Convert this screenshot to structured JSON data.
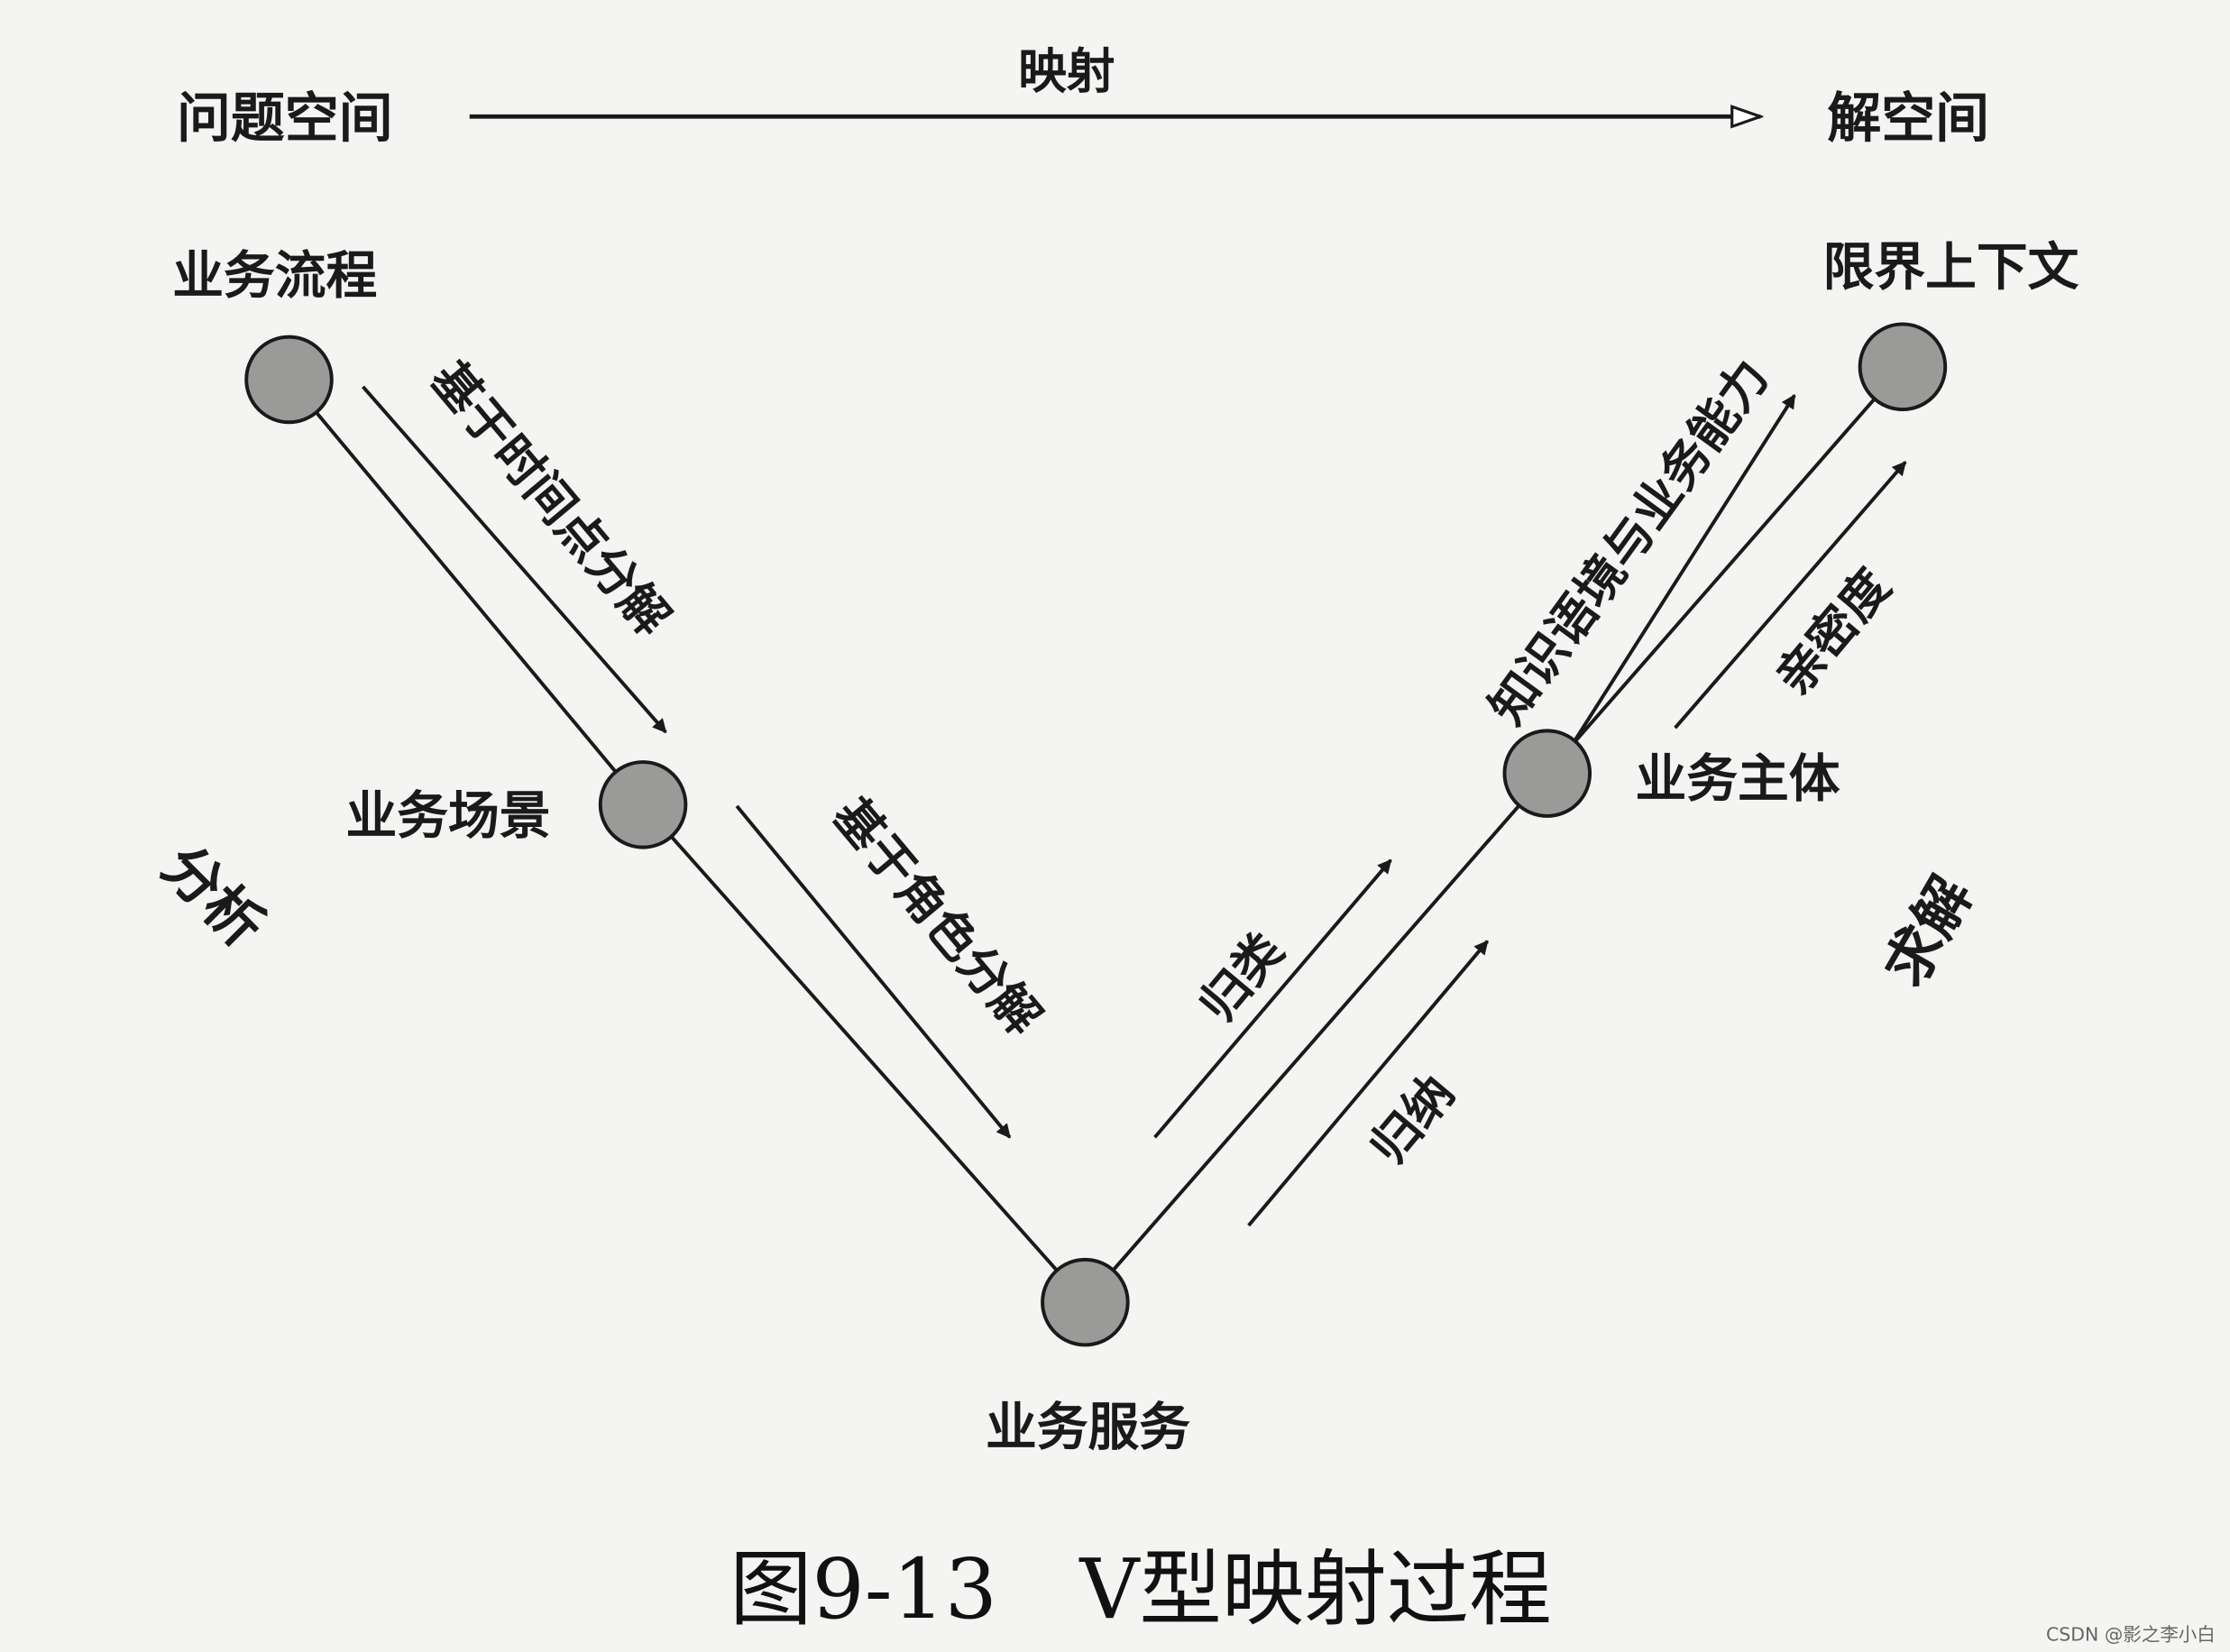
{
  "header": {
    "problem_space": "问题空间",
    "mapping": "映射",
    "solution_space": "解空间"
  },
  "nodes": {
    "business_process": "业务流程",
    "business_scenario": "业务场景",
    "business_service": "业务服务",
    "business_entity": "业务主体",
    "bounded_context": "限界上下文"
  },
  "edges": {
    "time_decomposition": "基于时间点分解",
    "role_decomposition": "基于角色分解",
    "classify": "归类",
    "induce": "归纳",
    "context_capability": "知识语境与业务能力",
    "affinity": "亲密度"
  },
  "sides": {
    "analysis": "分析",
    "solve": "求解"
  },
  "caption": "图9-13　V型映射过程",
  "watermark": "CSDN @影之李小白",
  "colors": {
    "node_fill": "#9a9a98",
    "line": "#1a1a1a",
    "background": "#f4f4f2"
  }
}
